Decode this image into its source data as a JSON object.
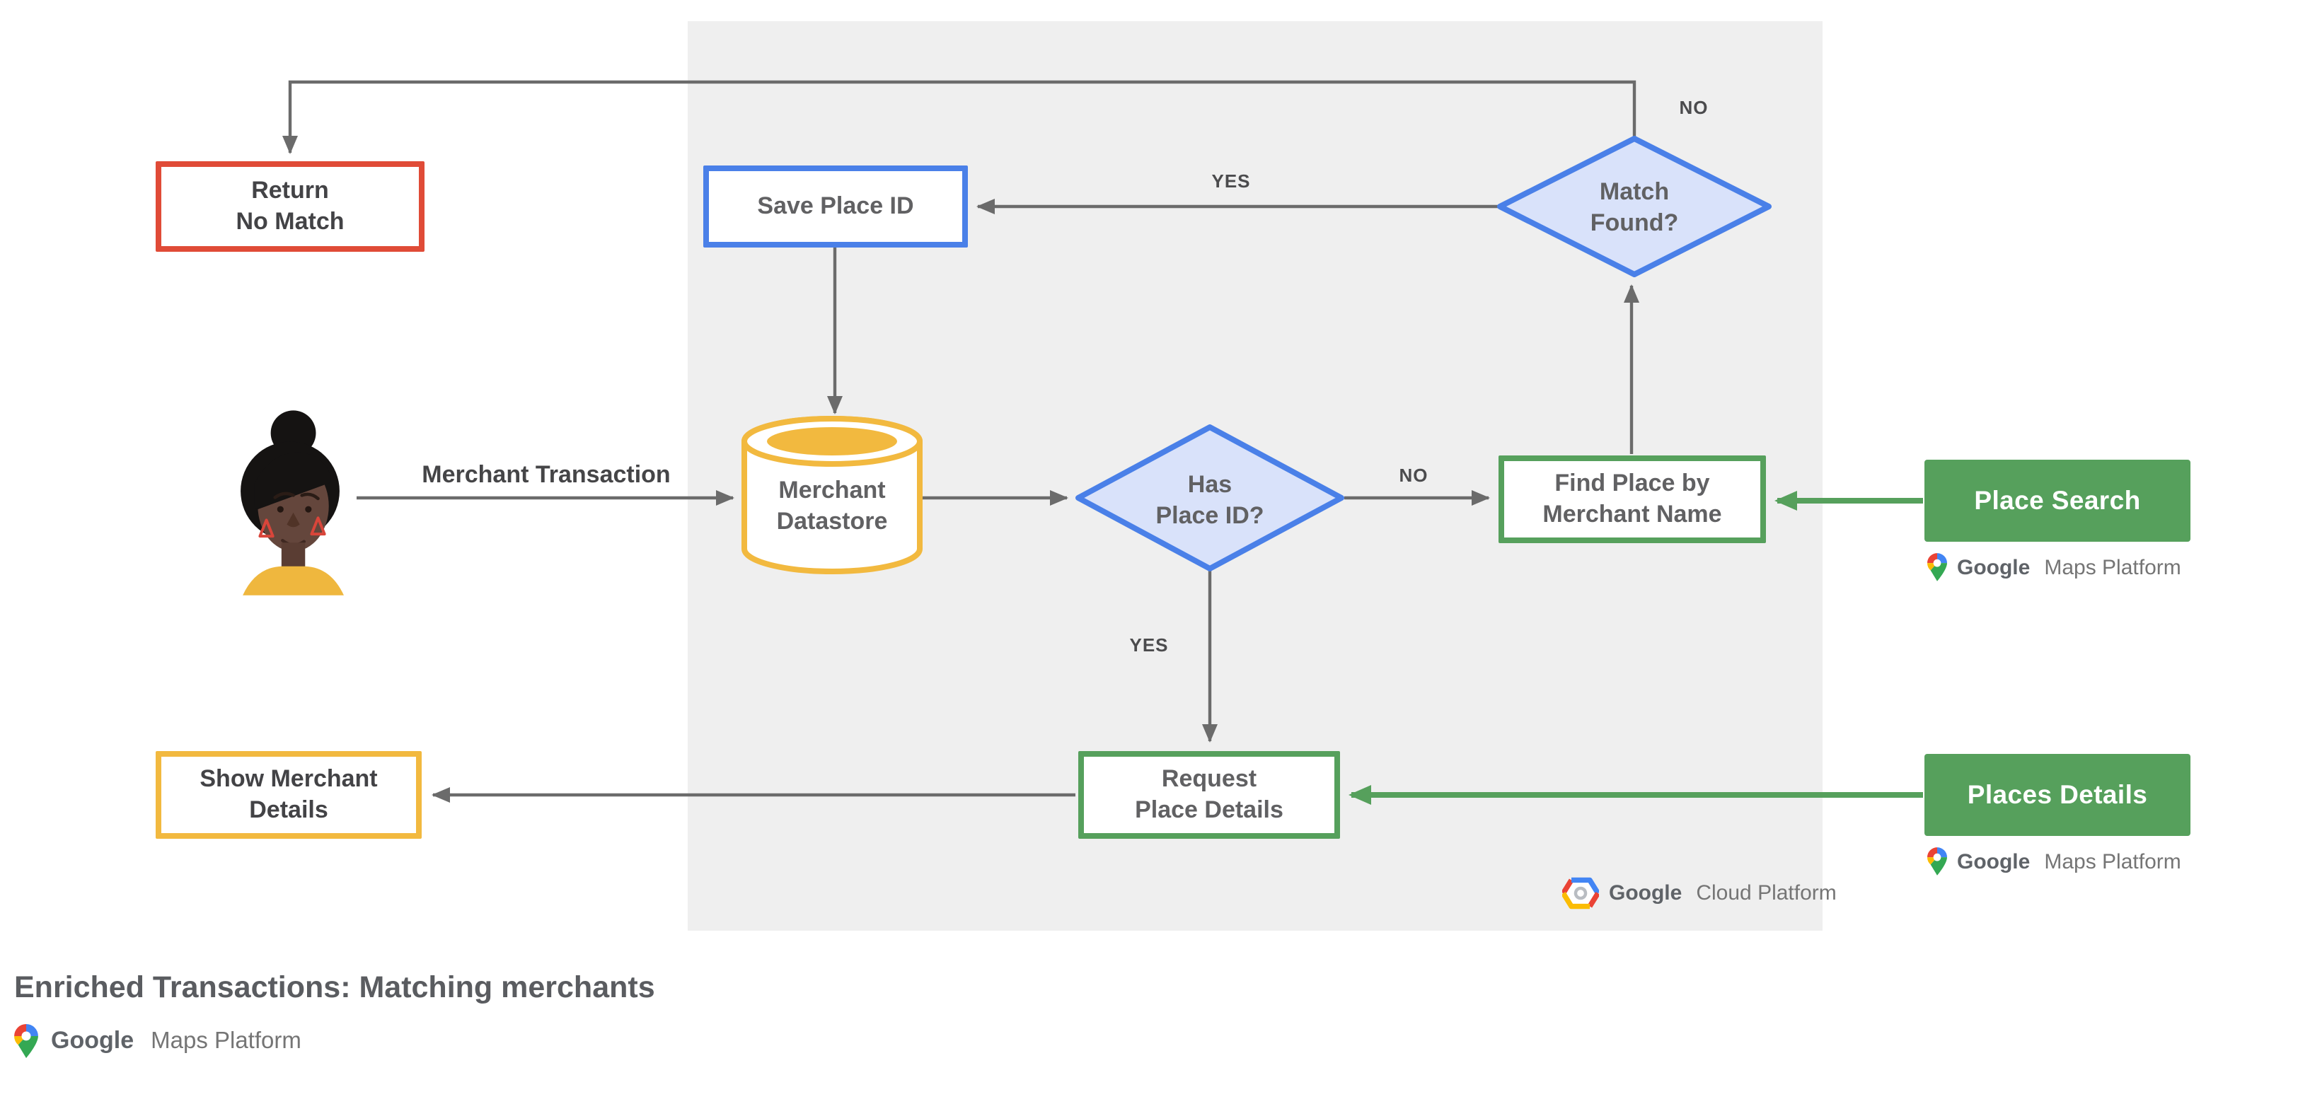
{
  "title": "Enriched Transactions: Matching merchants",
  "colors": {
    "panel_bg": "#efefef",
    "line_gray": "#6b6b6b",
    "node_red": "#e04b37",
    "node_blue": "#4a80e8",
    "diamond_fill": "#d9e2fa",
    "node_green": "#56a05c",
    "node_yellow": "#f2b93f",
    "api_button_green": "#56a05c"
  },
  "nodes": {
    "return_no_match": "Return\nNo Match",
    "save_place_id": "Save Place ID",
    "match_found": "Match\nFound?",
    "merchant_datastore": "Merchant\nDatastore",
    "has_place_id": "Has\nPlace ID?",
    "find_place_by_merchant_name": "Find Place by\nMerchant Name",
    "request_place_details": "Request\nPlace Details",
    "show_merchant_details": "Show Merchant\nDetails"
  },
  "edges": {
    "match_found_no": "NO",
    "match_found_yes": "YES",
    "merchant_transaction": "Merchant Transaction",
    "has_place_id_no": "NO",
    "has_place_id_yes": "YES"
  },
  "api": {
    "place_search": "Place Search",
    "places_details": "Places Details"
  },
  "brand": {
    "google": "Google",
    "maps_platform": "Maps Platform",
    "cloud_platform": "Cloud Platform"
  }
}
